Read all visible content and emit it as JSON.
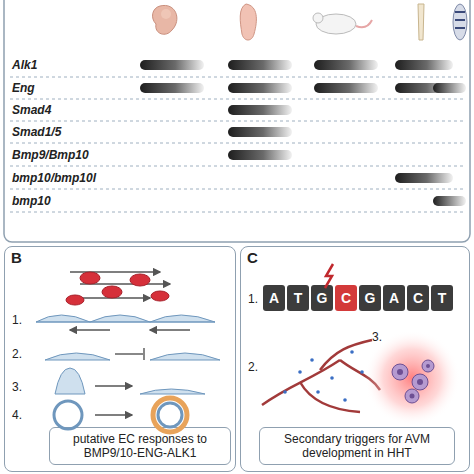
{
  "diagram": {
    "nodes": [
      {
        "text": [
          "B"
        ]
      },
      {
        "text": [
          "putative EC responses to BMP9/10-ENG-ALK1"
        ],
        "in": 0
      },
      {
        "text": [
          "C"
        ]
      },
      {
        "text": [
          "Secondary triggers for AVM development in HHT"
        ],
        "in": 2
      },
      {
        "text": [
          "A"
        ],
        "in": 2
      },
      {
        "text": [
          "T"
        ],
        "in": 2
      },
      {
        "text": [
          "G"
        ],
        "in": 2
      },
      {
        "text": [
          "C"
        ],
        "in": 2
      },
      {
        "text": [
          "G"
        ],
        "in": 2
      },
      {
        "text": [
          "A"
        ],
        "in": 2
      },
      {
        "text": [
          "C"
        ],
        "in": 2
      },
      {
        "text": [
          "T"
        ],
        "in": 2
      }
    ],
    "labels": [
      "Alk1",
      "Eng",
      "Smad4",
      "Smad1/5",
      "Bmp9/Bmp10",
      "bmp10/bmp10l",
      "bmp10",
      "1.",
      "2.",
      "3.",
      "4.",
      "1.",
      "2.",
      "3."
    ]
  }
}
